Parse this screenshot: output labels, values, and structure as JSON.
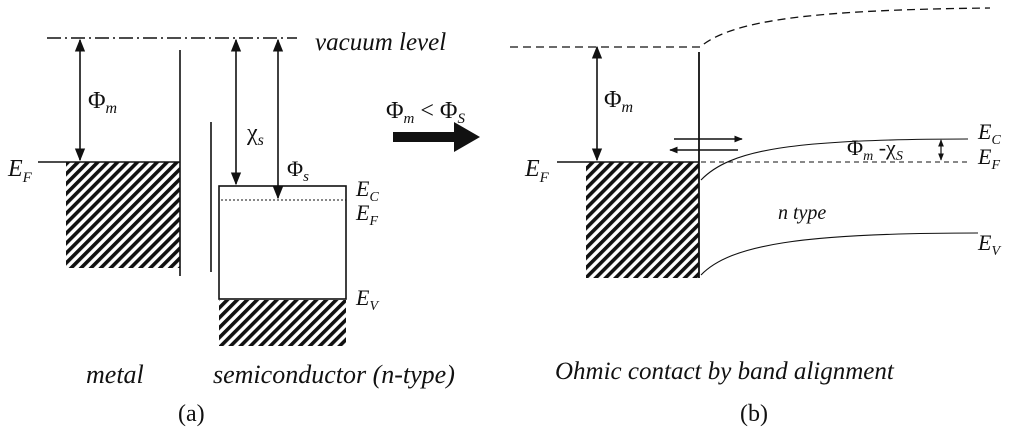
{
  "panel_a": {
    "vacuum_level": "vacuum level",
    "phi_m": "Φ",
    "phi_m_sub": "m",
    "ef_left": "E",
    "ef_left_sub": "F",
    "chi_s": "χ",
    "chi_s_sub": "s",
    "phi_s": "Φ",
    "phi_s_sub": "s",
    "ec": "E",
    "ec_sub": "C",
    "ef": "E",
    "ef_sub": "F",
    "ev": "E",
    "ev_sub": "V",
    "metal_label": "metal",
    "semi_label": "semiconductor (n-type)",
    "caption": "(a)"
  },
  "arrow": {
    "phi_m": "Φ",
    "phi_m_sub": "m",
    "lt": " < Φ",
    "phi_s_sub": "S"
  },
  "panel_b": {
    "phi_m": "Φ",
    "phi_m_sub": "m",
    "ef_left": "E",
    "ef_left_sub": "F",
    "diff_phi": "Φ",
    "diff_phi_sub": "m",
    "diff_rest": " -χ",
    "diff_chi_sub": "S",
    "ec": "E",
    "ec_sub": "C",
    "ef": "E",
    "ef_sub": "F",
    "ev": "E",
    "ev_sub": "V",
    "ntype": "n type",
    "ohmic_label": "Ohmic contact by band alignment",
    "caption": "(b)"
  }
}
